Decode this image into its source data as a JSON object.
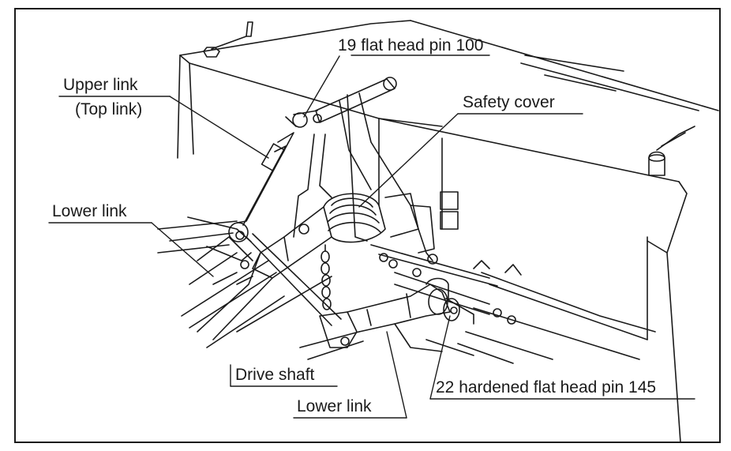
{
  "labels": {
    "pin_19": "19 flat head pin 100",
    "upper_link": "Upper link",
    "top_link": "(Top link)",
    "safety_cover": "Safety cover",
    "lower_link_left": "Lower link",
    "drive_shaft": "Drive shaft",
    "lower_link_bottom": "Lower link",
    "pin_22": "22 hardened flat head pin 145"
  },
  "colors": {
    "line": "#1a1a1a",
    "background": "#ffffff"
  }
}
